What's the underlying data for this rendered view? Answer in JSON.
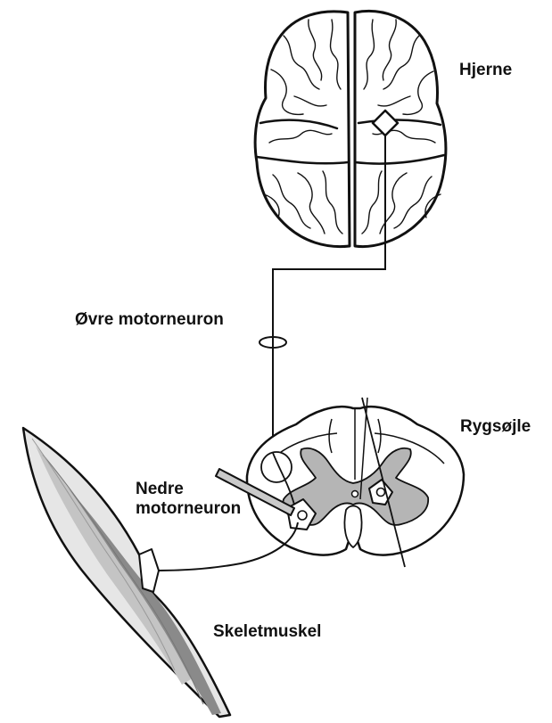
{
  "labels": {
    "brain": "Hjerne",
    "upper_motor_neuron": "Øvre motorneuron",
    "spinal_cord": "Rygsøjle",
    "lower_motor_neuron_line1": "Nedre",
    "lower_motor_neuron_line2": "motorneuron",
    "skeletal_muscle": "Skeletmuskel"
  },
  "colors": {
    "outline": "#111111",
    "gray_matter": "#b5b5b5",
    "muscle_dark": "#8a8a8a",
    "muscle_mid": "#c4c4c4",
    "muscle_light": "#e6e6e6",
    "background": "#ffffff"
  }
}
